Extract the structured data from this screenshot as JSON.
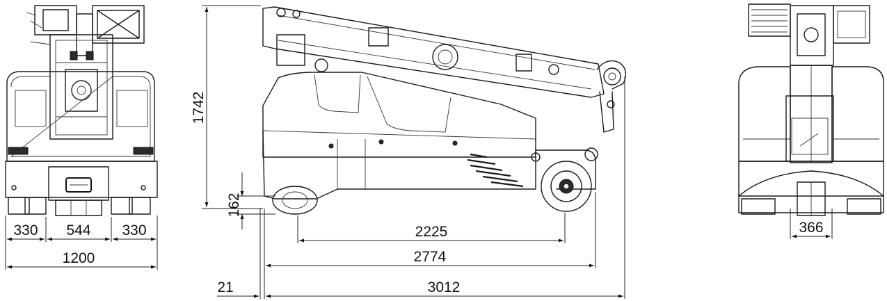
{
  "dimensions": {
    "front_left_segment": "330",
    "front_mid_segment": "544",
    "front_right_segment": "330",
    "front_total_width": "1200",
    "side_height": "1742",
    "side_ground_clearance": "162",
    "side_wheelbase": "2225",
    "side_body_length": "2774",
    "side_offset": "21",
    "side_total_length": "3012",
    "rear_track_width": "366"
  },
  "colors": {
    "line": "#1a1a1a",
    "background": "#ffffff"
  }
}
